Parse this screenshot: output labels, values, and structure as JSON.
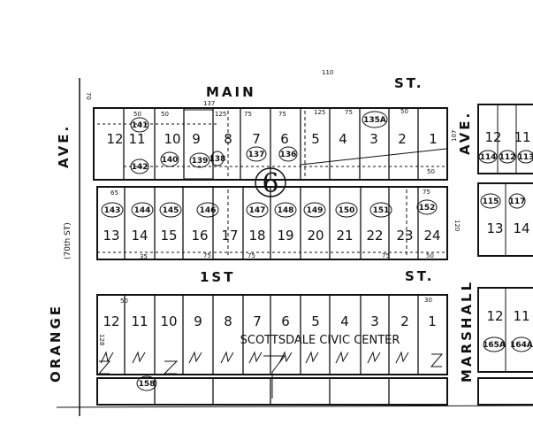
{
  "streets": {
    "main": "MAIN",
    "main_st": "ST.",
    "first": "1ST",
    "first_st": "ST.",
    "orange": "ORANGE",
    "ave": "AVE.",
    "marshall": "MARSHALL",
    "seventieth": "(70th ST)",
    "ave_right": "AVE."
  },
  "block_number": "6",
  "civic_center": "SCOTTSDALE CIVIC CENTER",
  "top_block": {
    "lots": [
      "12",
      "11",
      "10",
      "9",
      "8",
      "7",
      "6",
      "5",
      "4",
      "3",
      "2",
      "1"
    ],
    "parcels": [
      "141",
      "142",
      "140",
      "139",
      "138",
      "137",
      "136",
      "135A"
    ]
  },
  "middle_block": {
    "lots": [
      "13",
      "14",
      "15",
      "16",
      "17",
      "18",
      "19",
      "20",
      "21",
      "22",
      "23",
      "24"
    ],
    "parcels": [
      "143",
      "144",
      "145",
      "146",
      "147",
      "148",
      "149",
      "150",
      "151",
      "152"
    ]
  },
  "bottom_block": {
    "lots": [
      "12",
      "11",
      "10",
      "9",
      "8",
      "7",
      "6",
      "5",
      "4",
      "3",
      "2",
      "1"
    ],
    "parcels": [
      "158"
    ]
  },
  "right_blocks": {
    "top_lots": [
      "12",
      "11"
    ],
    "top_parcels": [
      "114",
      "112",
      "113"
    ],
    "middle_lots": [
      "13",
      "14"
    ],
    "middle_parcels": [
      "115",
      "117"
    ],
    "bottom_lots": [
      "12",
      "11"
    ],
    "bottom_parcels": [
      "165A",
      "164A"
    ]
  },
  "dimensions": {
    "d110": "110",
    "d137": "137",
    "d50": "50",
    "d75": "75",
    "d125": "125",
    "d70": "70",
    "d65": "65",
    "d35": "35",
    "d128": "128",
    "d120": "120",
    "d30": "30",
    "d107": "107"
  }
}
